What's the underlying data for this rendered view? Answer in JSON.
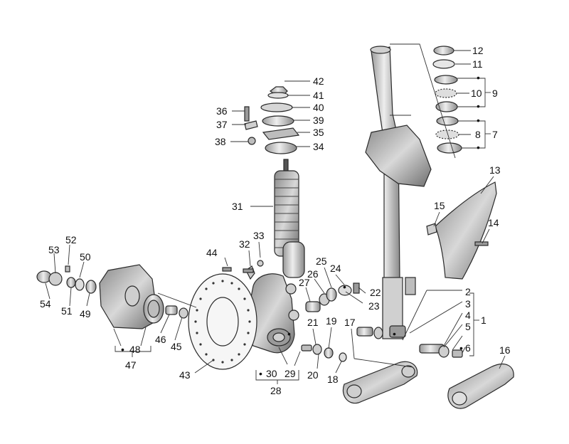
{
  "diagram": {
    "callouts": [
      "1",
      "2",
      "3",
      "4",
      "5",
      "6",
      "7",
      "8",
      "9",
      "10",
      "11",
      "12",
      "13",
      "14",
      "15",
      "16",
      "17",
      "18",
      "19",
      "20",
      "21",
      "22",
      "23",
      "24",
      "25",
      "26",
      "27",
      "28",
      "29",
      "30",
      "31",
      "32",
      "33",
      "34",
      "35",
      "36",
      "37",
      "38",
      "39",
      "40",
      "41",
      "42",
      "43",
      "44",
      "45",
      "46",
      "47",
      "48",
      "49",
      "50",
      "51",
      "52",
      "53",
      "54"
    ],
    "assembly_marks": [
      "•",
      "•",
      "•",
      "•",
      "•",
      "•",
      "•",
      "•",
      "•",
      "•"
    ]
  }
}
